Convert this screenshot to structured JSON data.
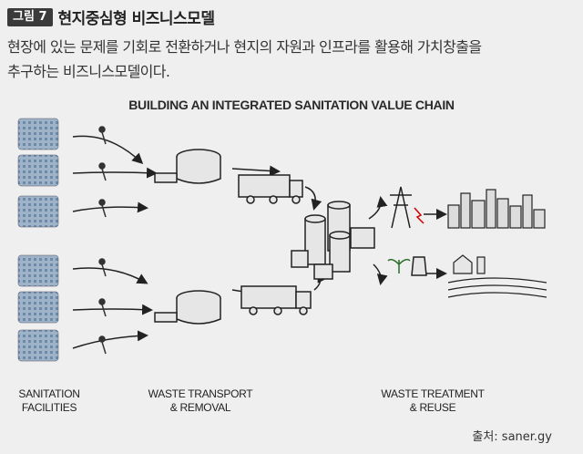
{
  "header": {
    "badge": "그림 7",
    "title": "현지중심형 비즈니스모델"
  },
  "description": {
    "line1": "현장에 있는 문제를 기회로 전환하거나 현지의 자원과 인프라를 활용해 가치창출을",
    "line2": "추구하는 비즈니스모델이다."
  },
  "diagram": {
    "title": "BUILDING AN INTEGRATED SANITATION VALUE CHAIN",
    "stages": [
      {
        "line1": "SANITATION",
        "line2": "FACILITIES"
      },
      {
        "line1": "WASTE TRANSPORT",
        "line2": "& REMOVAL"
      },
      {
        "line1": "WASTE TREATMENT",
        "line2": "& REUSE"
      }
    ]
  },
  "source": "출처: saner.gy"
}
